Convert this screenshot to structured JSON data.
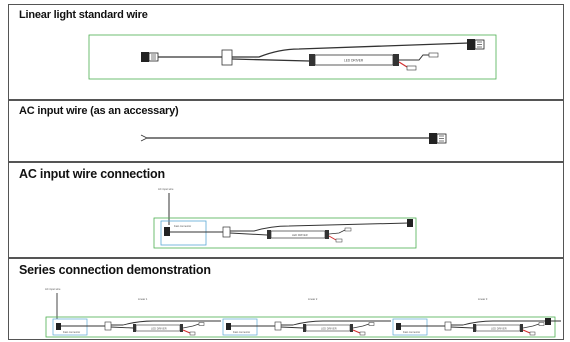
{
  "panels": [
    {
      "title": "Linear light standard wire",
      "driver_label": "LED DRIVER"
    },
    {
      "title": "AC input wire (as an accessary)"
    },
    {
      "title": "AC input wire connection",
      "ac_label": "AC input wire",
      "fast_label": "Fast connector",
      "driver_label": "LED DRIVER"
    },
    {
      "title": "Series connection demonstration",
      "ac_label": "AC input wire",
      "fast_label": "Fast connector",
      "units": [
        "Linear 1",
        "Linear 2",
        "Linear 3"
      ],
      "driver_label": "LED DRIVER"
    }
  ],
  "colors": {
    "frame": "#555555",
    "box": "#4caf50",
    "highlight": "#5aa9d6",
    "red": "#d32f2f",
    "wire": "#333333",
    "dark": "#222222"
  }
}
